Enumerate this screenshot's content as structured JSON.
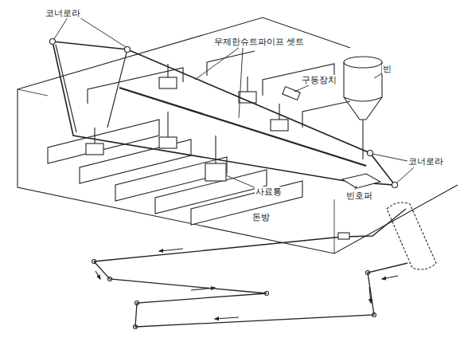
{
  "diagram": {
    "labels": [
      "코너로라",
      "무제한슈트파이프 셋트",
      "구동장치",
      "빈",
      "코너로라",
      "빈호퍼",
      "사료통",
      "돈방"
    ]
  }
}
